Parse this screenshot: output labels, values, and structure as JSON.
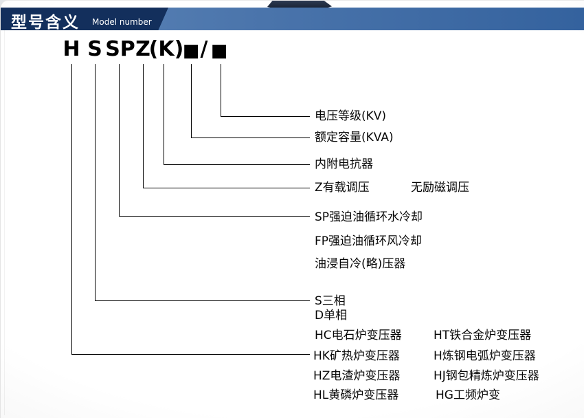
{
  "header": {
    "title_cn": "型号含义",
    "title_en": "Model number",
    "colors": {
      "bar_dark": "#132f5c",
      "bar_gradient_start": "#5e86b8",
      "bar_gradient_end": "#34629e",
      "text": "#ffffff"
    }
  },
  "model_code": {
    "parts": {
      "h": "H",
      "s": "S",
      "sp": "SP",
      "z": "Z",
      "k": "(K)",
      "box1": "■",
      "slash": "/",
      "box2": "■"
    }
  },
  "callouts": {
    "voltage": "电压等级(KV)",
    "capacity": "额定容量(KVA)",
    "reactor": "内附电抗器",
    "regulation_on_load": "Z有载调压",
    "regulation_off_circuit": "无励磁调压",
    "cooling_sp": "SP强迫油循环水冷却",
    "cooling_fp": "FP强迫油循环风冷却",
    "cooling_onan": "油浸自冷(略)压器",
    "phase_s": "S三相",
    "phase_d": "D单相",
    "types": {
      "hc": "HC电石炉变压器",
      "ht": "HT铁合金炉变压器",
      "hk": "HK矿热炉变压器",
      "h": "H炼钢电弧炉变压器",
      "hz": "HZ电渣炉变压器",
      "hj": "HJ钢包精炼炉变压器",
      "hl": "HL黄磷炉变压器",
      "hg": "HG工频炉变"
    }
  }
}
